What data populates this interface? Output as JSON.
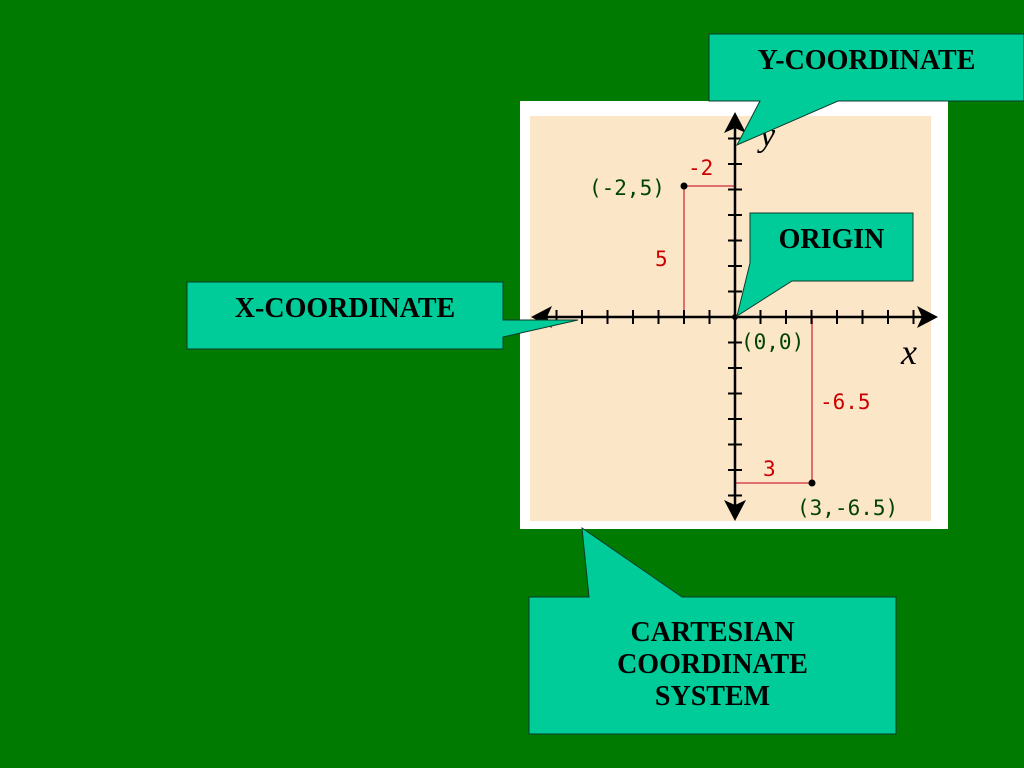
{
  "colors": {
    "background": "#017a01",
    "callout_fill": "#00cc99",
    "frame": "#ffffff",
    "panel": "#fbe6c8",
    "axis": "#000000",
    "guide": "#e06060",
    "red_label": "#cc0000",
    "point_label": "#004400"
  },
  "callouts": {
    "y_coordinate": "Y-COORDINATE",
    "origin": "ORIGIN",
    "x_coordinate": "X-COORDINATE",
    "system": "CARTESIAN\nCOORDINATE\nSYSTEM"
  },
  "diagram": {
    "x_axis_label": "x",
    "y_axis_label": "y",
    "origin_label": "(0,0)",
    "points": [
      {
        "x": -2,
        "y": 5,
        "label": "(-2,5)",
        "x_guide_label": "-2",
        "y_guide_label": "5"
      },
      {
        "x": 3,
        "y": -6.5,
        "label": "(3,-6.5)",
        "x_guide_label": "3",
        "y_guide_label": "-6.5"
      }
    ]
  }
}
